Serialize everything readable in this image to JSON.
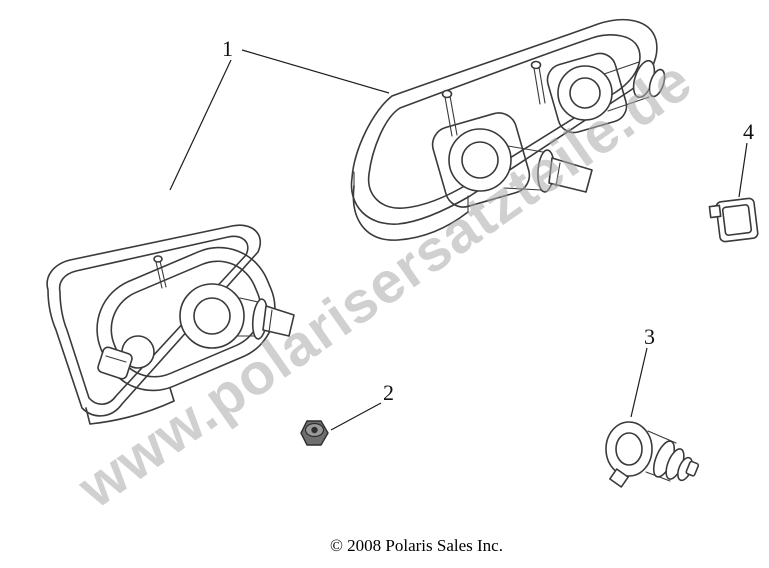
{
  "diagram": {
    "callouts": {
      "c1": "1",
      "c2": "2",
      "c3": "3",
      "c4": "4"
    }
  },
  "watermark": {
    "text": "www.polarisersatzteile.de"
  },
  "footer": {
    "copyright": "© 2008 Polaris Sales Inc."
  },
  "colors": {
    "line": "#3a3a3a",
    "leader": "#1c1c1c",
    "watermark": "#ababab",
    "background": "#ffffff"
  }
}
